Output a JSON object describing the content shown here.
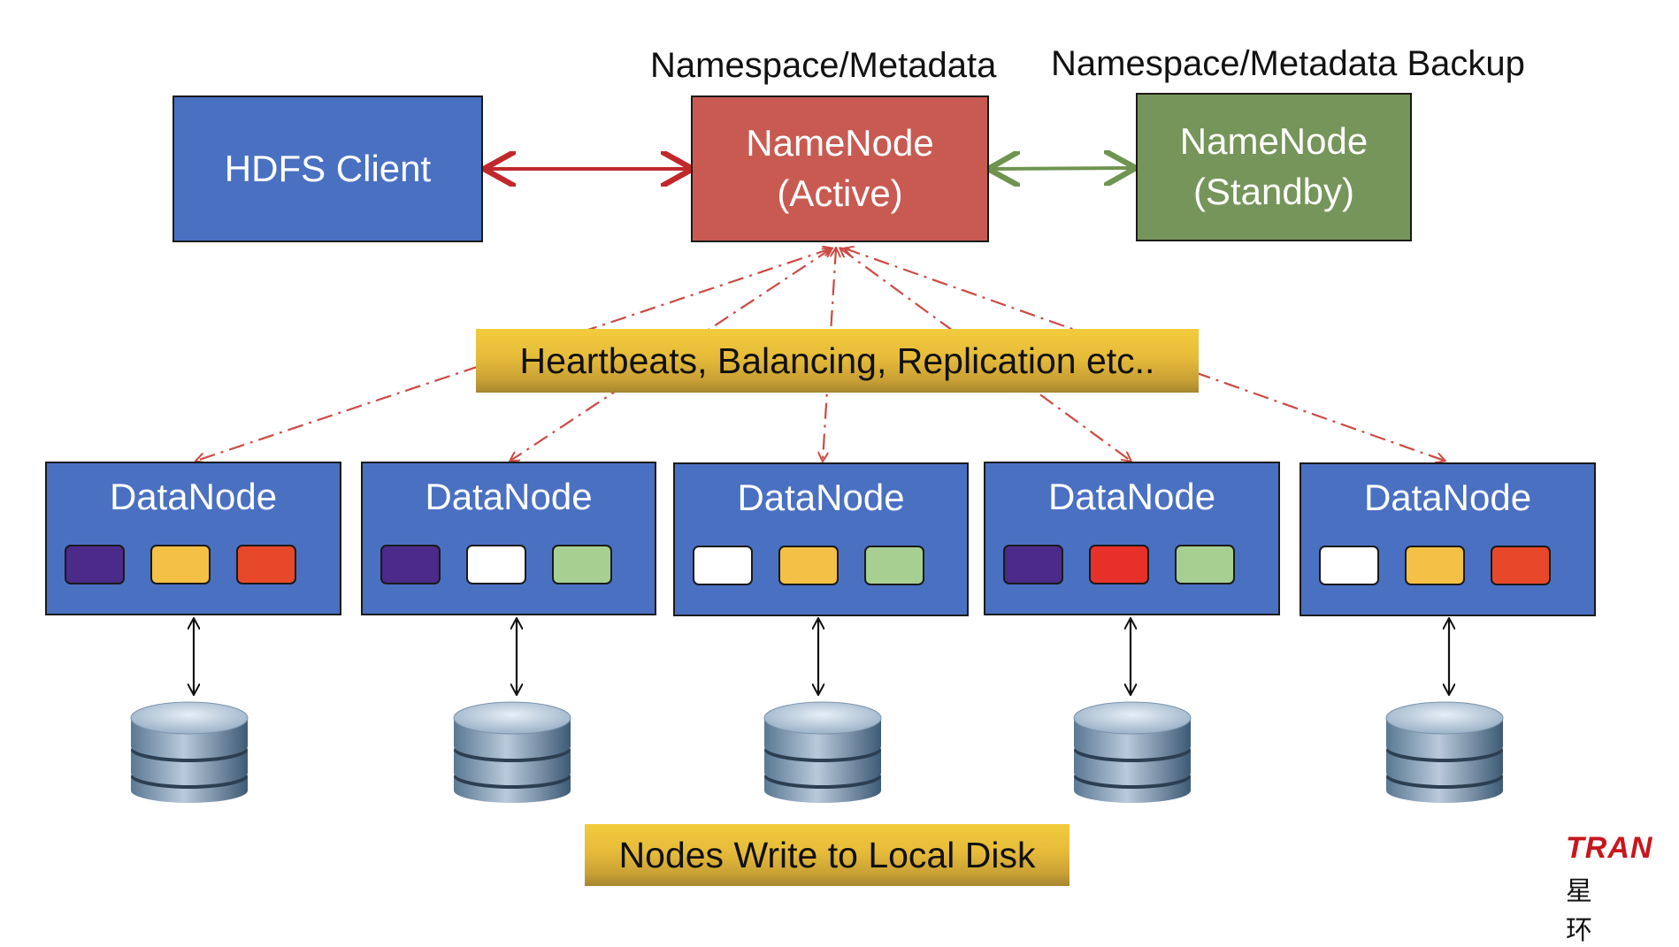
{
  "labels": {
    "namespace": "Namespace/Metadata",
    "namespace_backup": "Namespace/Metadata Backup"
  },
  "boxes": {
    "hdfs_client": "HDFS Client",
    "namenode_active": "NameNode\n(Active)",
    "namenode_standby": "NameNode\n(Standby)"
  },
  "banners": {
    "heartbeats": "Heartbeats, Balancing, Replication etc..",
    "local_disk": "Nodes Write to Local Disk"
  },
  "datanodes": [
    {
      "label": "DataNode",
      "blocks": [
        "#4b2a8a",
        "#f4c045",
        "#e8482a"
      ]
    },
    {
      "label": "DataNode",
      "blocks": [
        "#4b2a8a",
        "#ffffff",
        "#a7cf92"
      ]
    },
    {
      "label": "DataNode",
      "blocks": [
        "#ffffff",
        "#f4c045",
        "#a7cf92"
      ]
    },
    {
      "label": "DataNode",
      "blocks": [
        "#4b2a8a",
        "#e8302a",
        "#a7cf92"
      ]
    },
    {
      "label": "DataNode",
      "blocks": [
        "#ffffff",
        "#f4c045",
        "#e8482a"
      ]
    }
  ],
  "colors": {
    "client": "#4a70c2",
    "active": "#c85a52",
    "standby": "#76955a",
    "arrow_red": "#c0282b",
    "arrow_green": "#6f9450",
    "dashed": "#cc4a44"
  },
  "logo": {
    "text": "TRAN",
    "cn": "星 环"
  }
}
